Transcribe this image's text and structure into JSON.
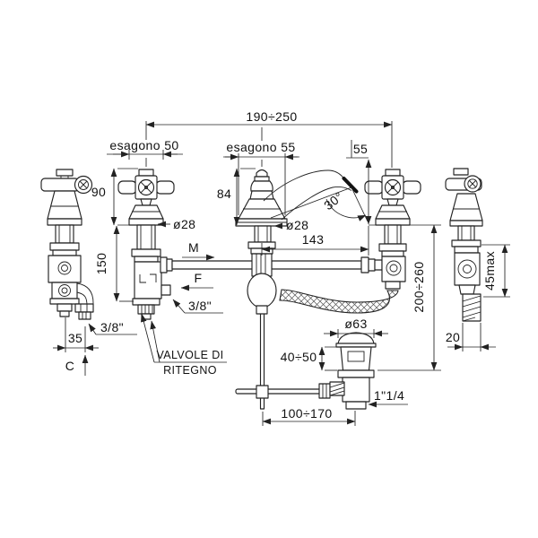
{
  "drawing": {
    "background": "#ffffff",
    "line_color": "#222222",
    "dims": {
      "overall_width": "190÷250",
      "hex_left": "esagono 50",
      "hex_center": "esagono 55",
      "tip_height": "55",
      "handle_height": "90",
      "spout_height": "84",
      "dia28_left": "ø28",
      "dia28_center": "ø28",
      "spout_reach": "143",
      "spout_angle": "30°",
      "under_counter": "150",
      "flow_m": "M",
      "flow_f": "F",
      "conn_center": "3/8\"",
      "conn_left": "3/8\"",
      "offset_left": "35",
      "inlet_c": "C",
      "check_valves_1": "VALVOLE DI",
      "check_valves_2": "RITEGNO",
      "drain_dia": "ø63",
      "drain_adjust": "40÷50",
      "overall_height": "200÷260",
      "deck_max": "45max",
      "pipe_width": "20",
      "drain_thread": "1\"1/4",
      "rod_span": "100÷170"
    }
  }
}
